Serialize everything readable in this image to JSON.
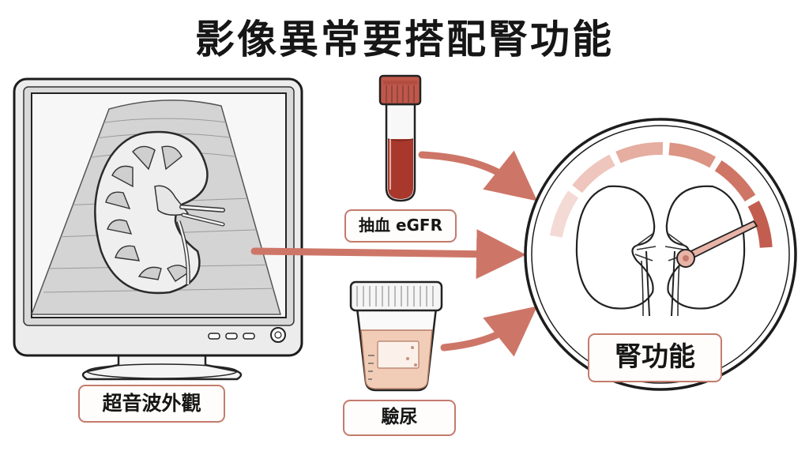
{
  "title": "影像異常要搭配腎功能",
  "labels": {
    "ultrasound": "超音波外觀",
    "blood_test": "抽血 eGFR",
    "urine_test": "驗尿",
    "kidney_function": "腎功能"
  },
  "icons": {
    "monitor": "ultrasound-monitor-icon",
    "blood_tube": "blood-test-tube-icon",
    "urine_cup": "urine-sample-cup-icon",
    "kidney_gauge": "kidney-function-gauge-icon"
  },
  "colors": {
    "accent": "#cd7668",
    "gauge_segments": [
      "#f3dad4",
      "#eec6bd",
      "#e6ada1",
      "#dc9484",
      "#cf7566",
      "#c25e50"
    ],
    "blood": "#a8382c",
    "urine": "#f1cdb8",
    "ink": "#161616"
  }
}
